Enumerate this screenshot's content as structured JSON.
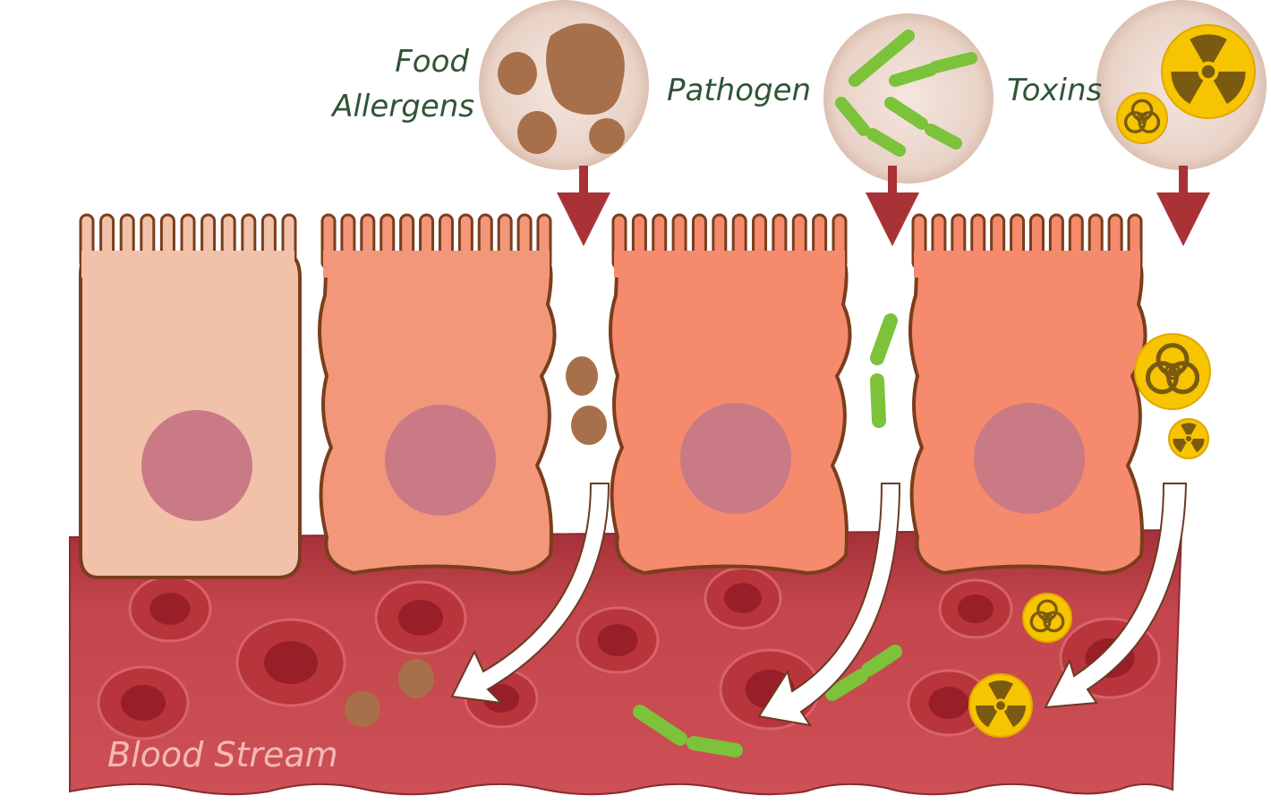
{
  "labels": {
    "food_line1": "Food",
    "food_line2": "Allergens",
    "pathogen": "Pathogen",
    "toxins": "Toxins",
    "blood_stream": "Blood Stream"
  },
  "colors": {
    "label": "#2f5535",
    "blood": "#c0454a",
    "healthy_cell": "#f2c1aa",
    "damaged_cell": "#f58a6d",
    "nucleus": "#c97a85",
    "allergen": "#a8704a",
    "pathogen": "#7cc23a",
    "toxin": "#f6c400"
  }
}
